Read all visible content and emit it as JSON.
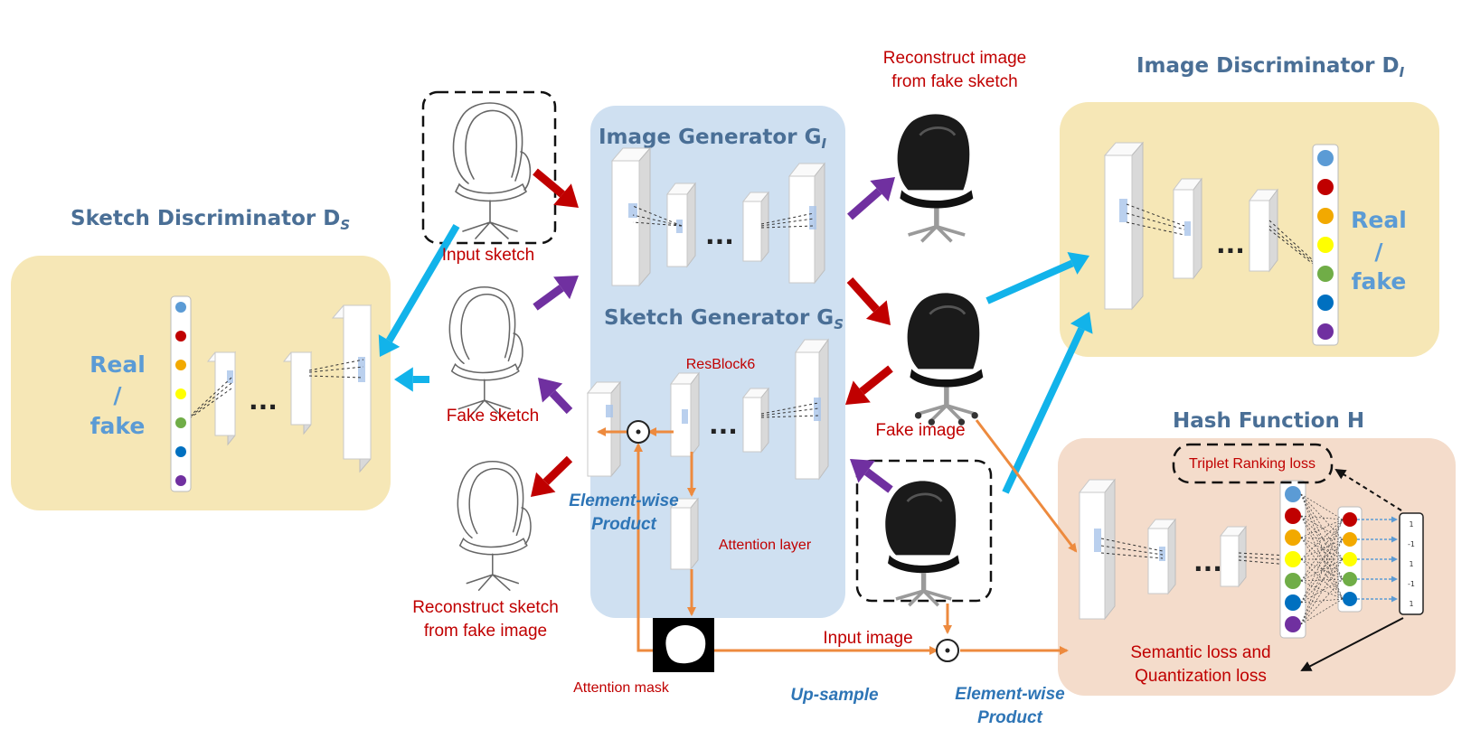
{
  "titles": {
    "image_generator": "Image Generator G",
    "image_generator_sub": "I",
    "sketch_generator": "Sketch Generator G",
    "sketch_generator_sub": "S",
    "sketch_discriminator": "Sketch Discriminator D",
    "sketch_discriminator_sub": "S",
    "image_discriminator": "Image Discriminator D",
    "image_discriminator_sub": "I",
    "hash_function": "Hash Function H"
  },
  "labels": {
    "real_fake_left": [
      "Real",
      "/",
      "fake"
    ],
    "real_fake_right": [
      "Real",
      "/",
      "fake"
    ],
    "input_sketch": "Input sketch",
    "fake_sketch": "Fake sketch",
    "reconstruct_sketch": [
      "Reconstruct sketch",
      "from fake image"
    ],
    "reconstruct_image": [
      "Reconstruct image",
      "from fake sketch"
    ],
    "fake_image": "Fake image",
    "input_image": "Input image",
    "resblock6": "ResBlock6",
    "attention_layer": "Attention layer",
    "attention_mask": "Attention mask",
    "element_wise_product_1": [
      "Element-wise",
      "Product"
    ],
    "element_wise_product_2": [
      "Element-wise",
      "Product"
    ],
    "up_sample": "Up-sample",
    "triplet_loss": "Triplet Ranking loss",
    "semantic_loss": [
      "Semantic loss and",
      "Quantization loss"
    ],
    "ellipsis": "...",
    "hash_bits": [
      "1",
      "-1",
      "1",
      "-1",
      "1"
    ]
  },
  "colors": {
    "discriminator_panel": "#f6e7b6",
    "generator_panel": "#cfe0f1",
    "hash_panel": "#f4dccb",
    "cyan_arrow": "#12b3ea",
    "purple_arrow": "#7030a0",
    "red_arrow": "#c00000",
    "orange_arrow": "#ed8a3e",
    "node_colors": [
      "#5b9bd5",
      "#c00000",
      "#f2a900",
      "#ffff00",
      "#70ad47",
      "#0070c0",
      "#7030a0"
    ]
  }
}
